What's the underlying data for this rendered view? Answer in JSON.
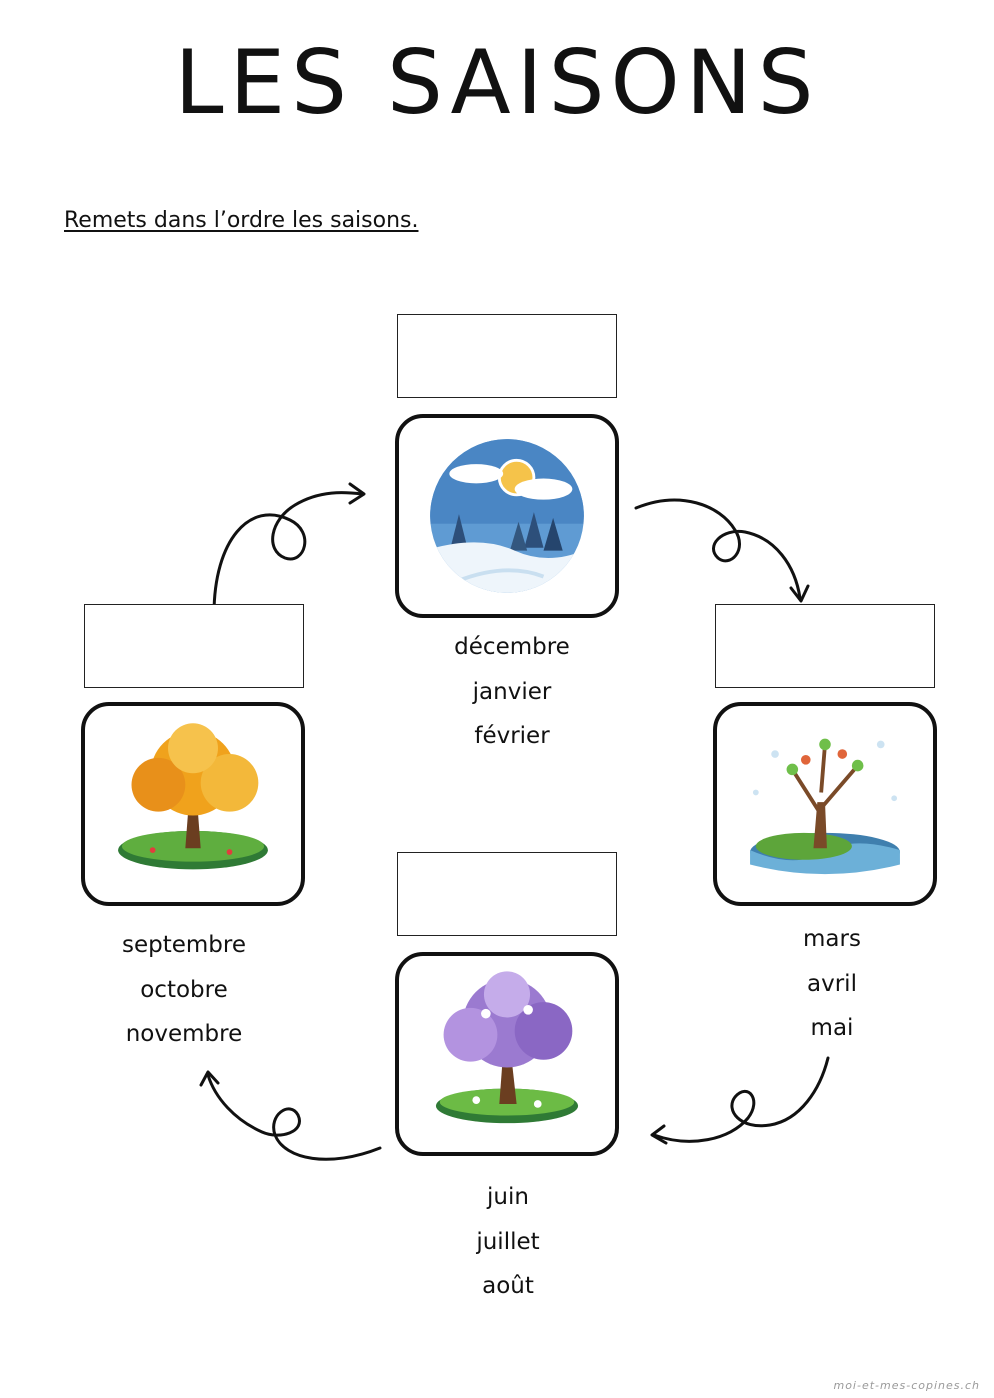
{
  "title": "LES SAISONS",
  "instruction": "Remets dans l’ordre les saisons.",
  "seasons": [
    {
      "id": "winter",
      "months": [
        "décembre",
        "janvier",
        "février"
      ]
    },
    {
      "id": "spring",
      "months": [
        "mars",
        "avril",
        "mai"
      ]
    },
    {
      "id": "summer",
      "months": [
        "juin",
        "juillet",
        "août"
      ]
    },
    {
      "id": "autumn",
      "months": [
        "septembre",
        "octobre",
        "novembre"
      ]
    }
  ],
  "watermark": "moi-et-mes-copines.ch"
}
